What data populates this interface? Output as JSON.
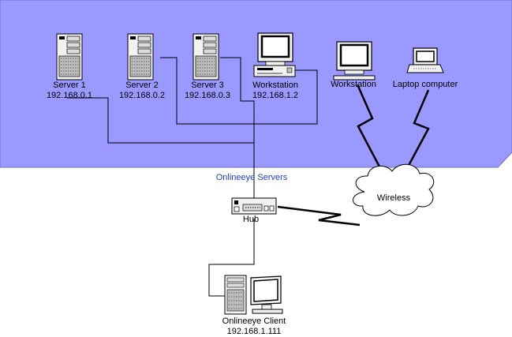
{
  "colors": {
    "zone_fill": "#9999ff",
    "zone_label": "#1f3fbf",
    "line": "#000000",
    "device_fill": "#f2f2f2",
    "screen_fill": "#ffffff"
  },
  "zone": {
    "label": "Onlineeye Servers"
  },
  "nodes": {
    "server1": {
      "name": "Server 1",
      "ip": "192.168.0.1",
      "icon": "server-tower-icon"
    },
    "server2": {
      "name": "Server 2",
      "ip": "192.168.0.2",
      "icon": "server-tower-icon"
    },
    "server3": {
      "name": "Server 3",
      "ip": "192.168.0.3",
      "icon": "server-tower-icon"
    },
    "workstation1": {
      "name": "Workstation",
      "ip": "192.168.1.2",
      "icon": "desktop-computer-icon"
    },
    "workstation2": {
      "name": "Workstation",
      "icon": "monitor-icon"
    },
    "laptop": {
      "name": "Laptop computer",
      "icon": "laptop-icon"
    },
    "hub": {
      "name": "Hub",
      "icon": "hub-icon"
    },
    "wireless": {
      "name": "Wireless",
      "icon": "cloud-icon"
    },
    "client": {
      "name": "Onlineeye Client",
      "ip": "192.168.1.111",
      "icon": "pc-with-monitor-icon"
    }
  }
}
